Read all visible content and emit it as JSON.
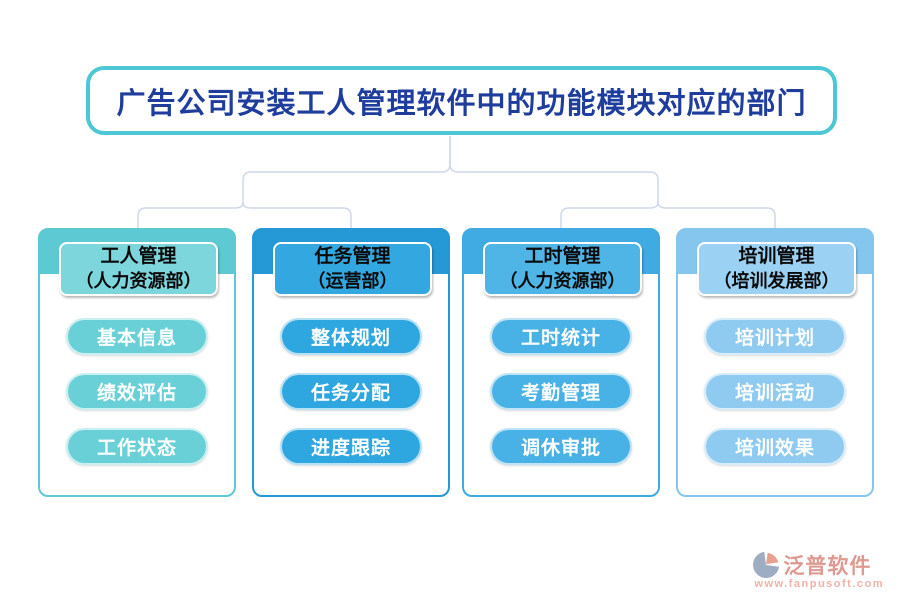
{
  "title": {
    "text": "广告公司安装工人管理软件中的功能模块对应的部门",
    "border_color": "#4dc7d5",
    "text_color": "#1e3d9c"
  },
  "connector_color": "#cfd8ea",
  "columns": [
    {
      "title": "工人管理",
      "dept": "（人力资源部）",
      "items": [
        "基本信息",
        "绩效评估",
        "工作状态"
      ],
      "colors": {
        "accent": "#5dcad3",
        "header_bg": "#7cd6dc",
        "pill_bg": "#69d0d8"
      }
    },
    {
      "title": "任务管理",
      "dept": "（运营部）",
      "items": [
        "整体规划",
        "任务分配",
        "进度跟踪"
      ],
      "colors": {
        "accent": "#2598d6",
        "header_bg": "#33a8e0",
        "pill_bg": "#2ea6df"
      }
    },
    {
      "title": "工时管理",
      "dept": "（人力资源部）",
      "items": [
        "工时统计",
        "考勤管理",
        "调休审批"
      ],
      "colors": {
        "accent": "#40abe2",
        "header_bg": "#4fb4e6",
        "pill_bg": "#48b1e5"
      }
    },
    {
      "title": "培训管理",
      "dept": "（培训发展部）",
      "items": [
        "培训计划",
        "培训活动",
        "培训效果"
      ],
      "colors": {
        "accent": "#85c6ee",
        "header_bg": "#9bd1f3",
        "pill_bg": "#8fcbf0"
      }
    }
  ],
  "watermark": {
    "brand": "泛普软件",
    "url": "www.fanpusoft.com",
    "brand_color": "#de9a91",
    "url_color": "#edb3aa",
    "icon_colors": {
      "swoosh": "#9fadc2",
      "leaf": "#e8a08f"
    }
  }
}
